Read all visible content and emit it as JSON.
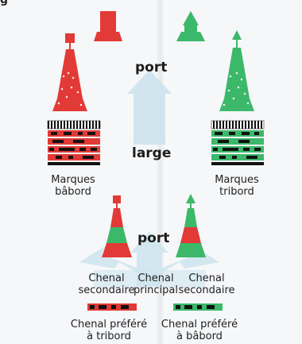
{
  "corner_fragment": "g",
  "arrows": {
    "top_word": "port",
    "middle_word": "large",
    "bottom_word": "port"
  },
  "marks": {
    "port_side": {
      "line1": "Marques",
      "line2": "bâbord",
      "color": "#e23a36"
    },
    "starboard_side": {
      "line1": "Marques",
      "line2": "tribord",
      "color": "#3cb86a"
    }
  },
  "channels": {
    "left": {
      "line1": "Chenal",
      "line2": "secondaire"
    },
    "center": {
      "line1": "Chenal",
      "line2": "principal"
    },
    "right": {
      "line1": "Chenal",
      "line2": "secondaire"
    }
  },
  "preferred": {
    "left": {
      "line1": "Chenal préféré",
      "line2": "à tribord"
    },
    "right": {
      "line1": "Chenal préféré",
      "line2": "à bâbord"
    }
  },
  "colors": {
    "red": "#e23a36",
    "green": "#3cb86a",
    "arrow": "#cfe4ee",
    "black": "#111111"
  }
}
